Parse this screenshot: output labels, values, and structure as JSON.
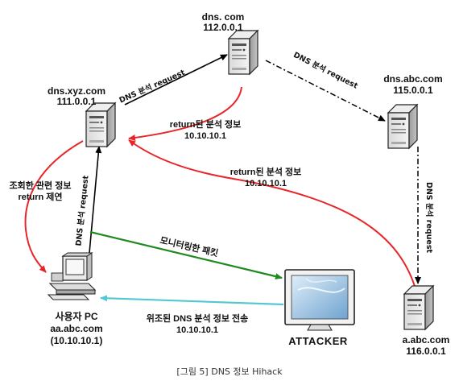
{
  "nodes": {
    "dns_com": {
      "name": "dns. com",
      "ip": "112.0.0.1"
    },
    "dns_xyz": {
      "name": "dns.xyz.com",
      "ip": "111.0.0.1"
    },
    "dns_abc": {
      "name": "dns.abc.com",
      "ip": "115.0.0.1"
    },
    "a_abc": {
      "name": "a.abc.com",
      "ip": "116.0.0.1"
    },
    "user_pc": {
      "name": "사용자 PC",
      "host": "aa.abc.com",
      "ip": "(10.10.10.1)"
    },
    "attacker": {
      "name": "ATTACKER"
    }
  },
  "edges": {
    "xyz_to_com": "DNS 분석 request",
    "com_to_abc": "DNS 분석 request",
    "abc_to_a": "DNS 분석 request",
    "pc_to_xyz": "DNS 분석 request",
    "com_return": {
      "line1": "return된 분석 정보",
      "line2": "10.10.10.1"
    },
    "a_return": {
      "line1": "return된 분석 정보",
      "line2": "10.10.10.1"
    },
    "xyz_to_pc": {
      "line1": "조회한 관련 정보",
      "line2": "return 제연"
    },
    "monitor": "모니터링한 패킷",
    "spoof": {
      "line1": "위조된 DNS 분석 정보 전송",
      "line2": "10.10.10.1"
    }
  },
  "caption": "[그림 5] DNS 정보 Hihack",
  "colors": {
    "request": "#000000",
    "return": "#e8262a",
    "monitor": "#1f8a1f",
    "spoof": "#52c8d2"
  }
}
